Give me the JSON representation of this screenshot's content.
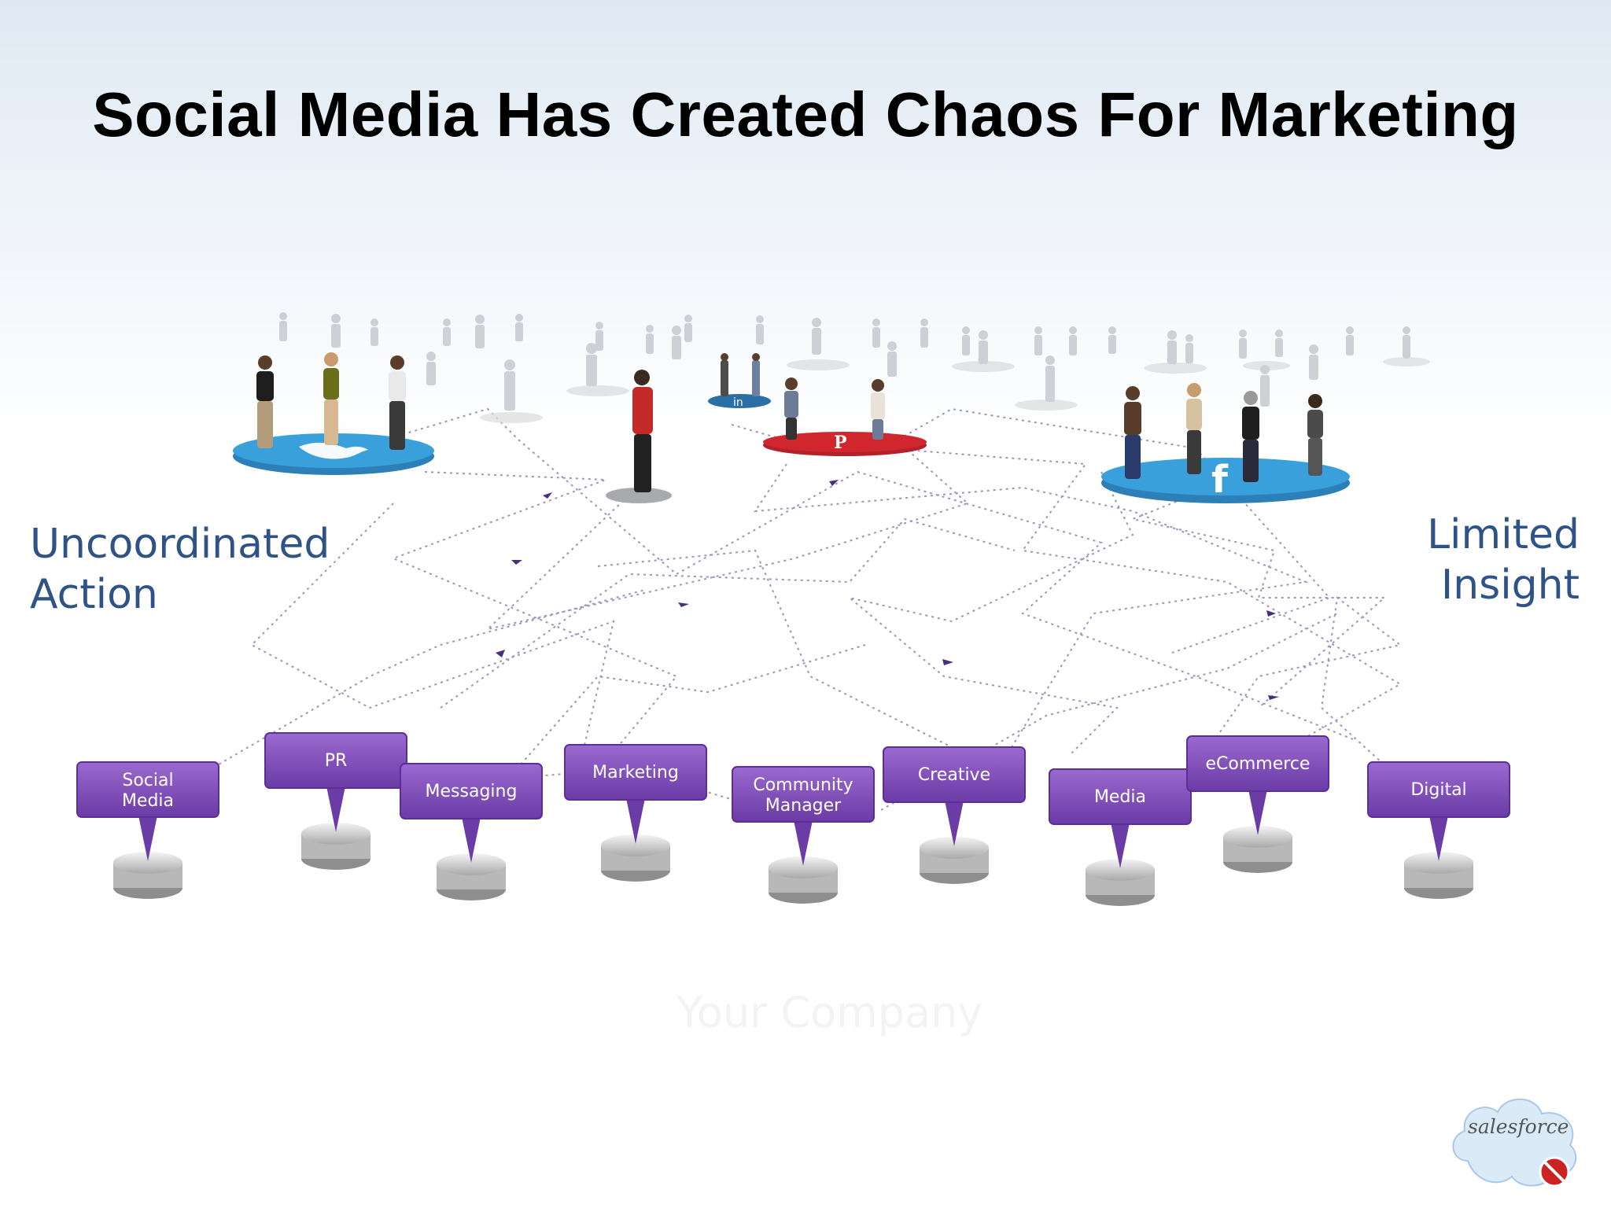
{
  "title": "Social Media Has Created Chaos For Marketing",
  "labels": {
    "left_line1": "Uncoordinated",
    "left_line2": "Action",
    "right_line1": "Limited",
    "right_line2": "Insight"
  },
  "watermark": "Your Company",
  "departments": [
    {
      "line1": "Social",
      "line2": "Media"
    },
    {
      "line1": "PR",
      "line2": ""
    },
    {
      "line1": "Messaging",
      "line2": ""
    },
    {
      "line1": "Marketing",
      "line2": ""
    },
    {
      "line1": "Community",
      "line2": "Manager"
    },
    {
      "line1": "Creative",
      "line2": ""
    },
    {
      "line1": "Media",
      "line2": ""
    },
    {
      "line1": "eCommerce",
      "line2": ""
    },
    {
      "line1": "Digital",
      "line2": ""
    }
  ],
  "logo": {
    "text": "salesforce"
  },
  "colors": {
    "department_box": "#7d4cb8",
    "twitter": "#3aa0dc",
    "facebook": "#3aa0dc",
    "pinterest": "#d0262d",
    "linkedin": "#2a6fa5",
    "label": "#2f5287"
  },
  "icons": [
    "twitter-icon",
    "facebook-icon",
    "pinterest-icon",
    "linkedin-icon",
    "cloud-logo-icon"
  ]
}
